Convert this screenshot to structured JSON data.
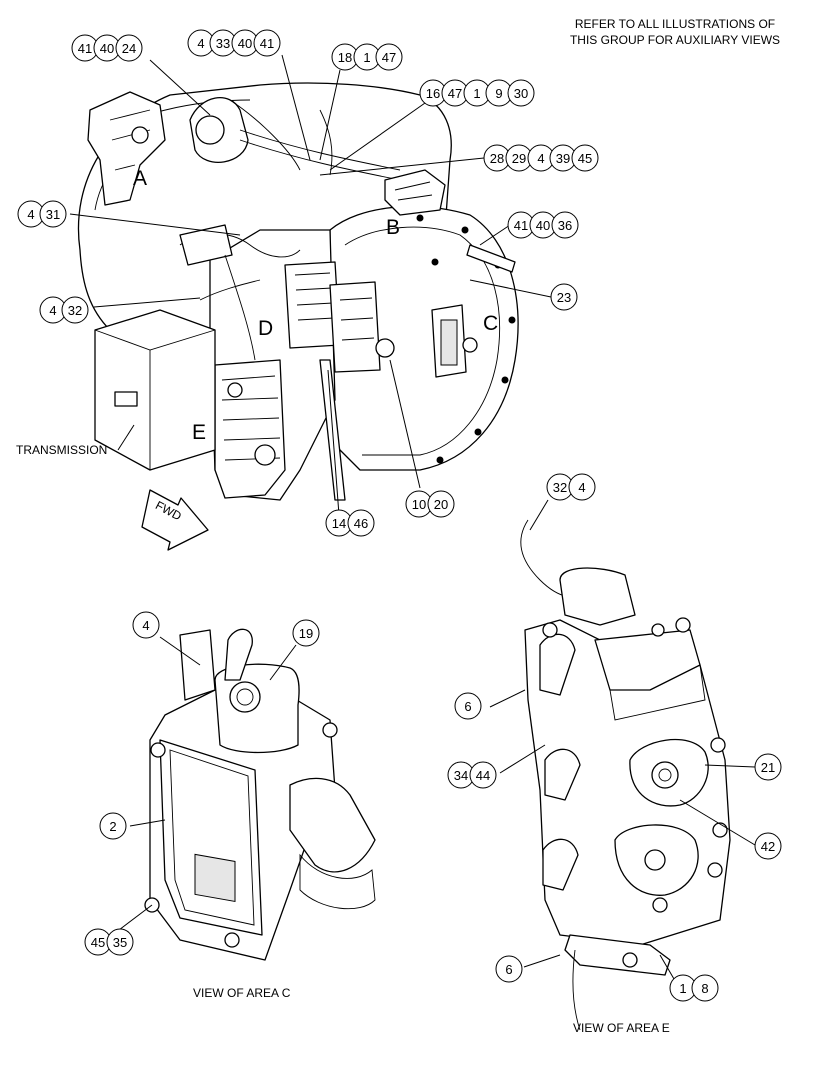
{
  "notes": {
    "refer_line1": "REFER TO ALL ILLUSTRATIONS OF",
    "refer_line2": "THIS GROUP FOR AUXILIARY VIEWS"
  },
  "area_letters": [
    "A",
    "B",
    "C",
    "D",
    "E"
  ],
  "labels": {
    "transmission": "TRANSMISSION",
    "fwd": "FWD",
    "view_c": "VIEW OF AREA  C",
    "view_e": "VIEW OF AREA  E"
  },
  "callout_groups": [
    [
      "41",
      "40",
      "24"
    ],
    [
      "4",
      "33",
      "40",
      "41"
    ],
    [
      "18",
      "1",
      "47"
    ],
    [
      "16",
      "47",
      "1",
      "9",
      "30"
    ],
    [
      "28",
      "29",
      "4",
      "39",
      "45"
    ],
    [
      "4",
      "31"
    ],
    [
      "41",
      "40",
      "36"
    ],
    [
      "23"
    ],
    [
      "4",
      "32"
    ],
    [
      "10",
      "20"
    ],
    [
      "14",
      "46"
    ],
    [
      "4"
    ],
    [
      "19"
    ],
    [
      "2"
    ],
    [
      "45",
      "35"
    ],
    [
      "32",
      "4"
    ],
    [
      "6"
    ],
    [
      "34",
      "44"
    ],
    [
      "21"
    ],
    [
      "42"
    ],
    [
      "6"
    ],
    [
      "1",
      "8"
    ]
  ]
}
